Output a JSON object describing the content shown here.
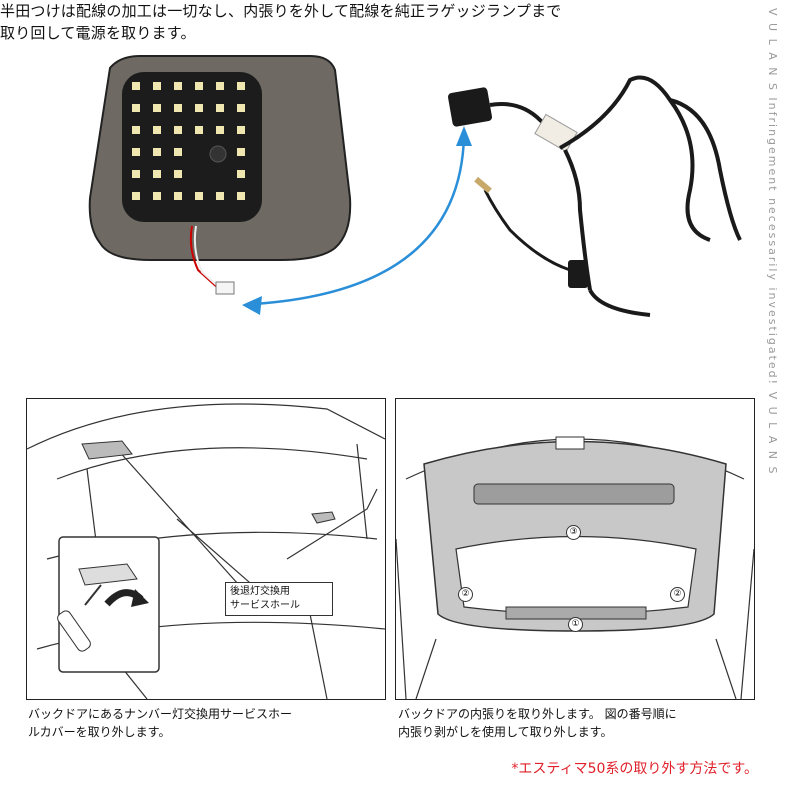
{
  "intro_text": {
    "line1": "半田つけは配線の加工は一切なし、内張りを外して配線を純正ラゲッジランプまで",
    "line2": "取り回して電源を取ります。"
  },
  "left_panel": {
    "label": "後退灯交換用\nサービスホール",
    "caption_line1": "バックドアにあるナンバー灯交換用サービスホー",
    "caption_line2": "ルカバーを取り外します。"
  },
  "right_panel": {
    "markers": [
      "①",
      "②",
      "②",
      "③"
    ],
    "caption_line1": "バックドアの内張りを取り外します。 図の番号順に",
    "caption_line2": "内張り剥がしを使用して取り外します。"
  },
  "note": "*エスティマ50系の取り外す方法です。",
  "watermark": "V U L A N S  Infringement necessarily investigated!  V U L A N S",
  "colors": {
    "arrow": "#2a8fd8",
    "note": "#e0202a",
    "led": "#f0e6b0"
  },
  "icons": [
    "led-panel-icon",
    "wire-harness-icon",
    "screwdriver-icon",
    "rotate-arrow-icon",
    "watermark-logo-icon"
  ]
}
